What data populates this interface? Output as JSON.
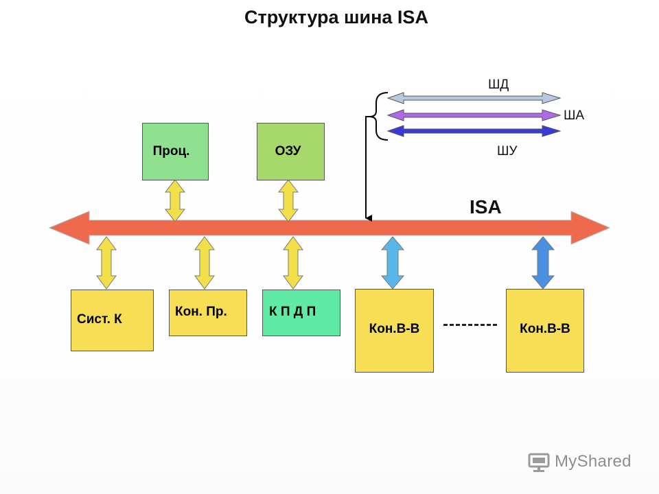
{
  "title": "Структура  шина ISA",
  "bus": {
    "label": "ISA",
    "color": "#ef6a4c"
  },
  "sub_buses": {
    "data_label": "ШД",
    "address_label": "ША",
    "control_label": "ШУ",
    "data_color": "#b7c8df",
    "address_color": "#b06ae8",
    "control_color": "#3a3ad6"
  },
  "top_boxes": [
    {
      "label": "Проц.",
      "color": "#8fe08f"
    },
    {
      "label": "ОЗУ",
      "color": "#a6d86b"
    }
  ],
  "bottom_boxes": [
    {
      "label": "Сист. К",
      "color": "#f7de55"
    },
    {
      "label": "Кон. Пр.",
      "color": "#f7de55"
    },
    {
      "label": "К П Д П",
      "color": "#5eeaa2"
    },
    {
      "label": "Кон.В-В",
      "color": "#f7de55"
    },
    {
      "label": "Кон.В-В",
      "color": "#f7de55"
    }
  ],
  "connector_colors": {
    "yellow": "#f2e04a",
    "light_blue": "#58b7e8",
    "blue": "#4a90e0"
  },
  "watermark": {
    "text": "MyShared"
  }
}
